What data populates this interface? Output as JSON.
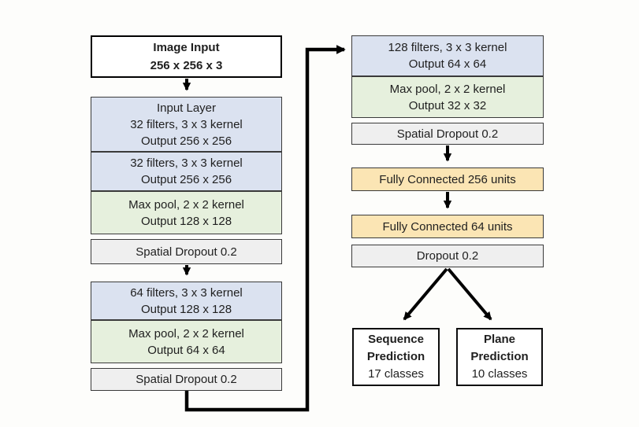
{
  "colors": {
    "conv": "#dbe2f0",
    "pool": "#e6f0dd",
    "dropout": "#efefef",
    "dense": "#fbe5b4",
    "io": "#ffffff",
    "border": "#3a3a3a",
    "arrow": "#000000",
    "page-bg": "#fdfdfb",
    "text": "#1f1f1f"
  },
  "diagram": {
    "left_column": [
      {
        "name": "image-input",
        "lines": [
          "Image Input",
          "256 x 256 x 3"
        ]
      },
      {
        "name": "input-layer-conv-32",
        "lines": [
          "Input Layer",
          "32 filters, 3 x 3 kernel",
          "Output 256 x 256"
        ]
      },
      {
        "name": "conv-32",
        "lines": [
          "32 filters, 3 x 3 kernel",
          "Output 256 x 256"
        ]
      },
      {
        "name": "max-pool-1",
        "lines": [
          "Max pool, 2 x 2 kernel",
          "Output 128 x 128"
        ]
      },
      {
        "name": "spatial-dropout-1",
        "lines": [
          "Spatial Dropout 0.2"
        ]
      },
      {
        "name": "conv-64",
        "lines": [
          "64 filters, 3 x 3 kernel",
          "Output 128 x 128"
        ]
      },
      {
        "name": "max-pool-2",
        "lines": [
          "Max pool, 2 x 2 kernel",
          "Output 64 x 64"
        ]
      },
      {
        "name": "spatial-dropout-2",
        "lines": [
          "Spatial Dropout 0.2"
        ]
      }
    ],
    "right_column": [
      {
        "name": "conv-128",
        "lines": [
          "128 filters, 3 x 3 kernel",
          "Output 64 x 64"
        ]
      },
      {
        "name": "max-pool-3",
        "lines": [
          "Max pool, 2 x 2 kernel",
          "Output 32 x 32"
        ]
      },
      {
        "name": "spatial-dropout-3",
        "lines": [
          "Spatial Dropout 0.2"
        ]
      },
      {
        "name": "fully-connected-256",
        "lines": [
          "Fully Connected 256 units"
        ]
      },
      {
        "name": "fully-connected-64",
        "lines": [
          "Fully Connected 64 units"
        ]
      },
      {
        "name": "dropout",
        "lines": [
          "Dropout 0.2"
        ]
      }
    ],
    "outputs": [
      {
        "name": "sequence-prediction",
        "title_lines": [
          "Sequence",
          "Prediction"
        ],
        "subtitle": "17 classes"
      },
      {
        "name": "plane-prediction",
        "title_lines": [
          "Plane",
          "Prediction"
        ],
        "subtitle": "10 classes"
      }
    ]
  }
}
